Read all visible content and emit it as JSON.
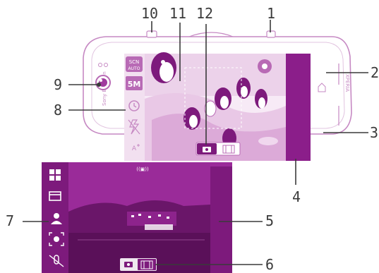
{
  "callouts": [
    "1",
    "2",
    "3",
    "4",
    "5",
    "6",
    "7",
    "8",
    "9",
    "10",
    "11",
    "12"
  ],
  "phone": {
    "brand_text": "Sony Ericsson",
    "model_text": "XPERIA"
  },
  "camera_ui": {
    "scene_label": "SCN",
    "scene_mode": "AUTO",
    "resolution": "5M"
  },
  "colors": {
    "accent": "#8b1e8a",
    "accent_light": "#c689c3",
    "dark_panel": "#7d1a7c",
    "callout_text": "#3a3a3a"
  },
  "icons": {
    "camera_mode": "camera-icon",
    "video_mode": "video-icon",
    "shutter": "shutter-button-area"
  }
}
